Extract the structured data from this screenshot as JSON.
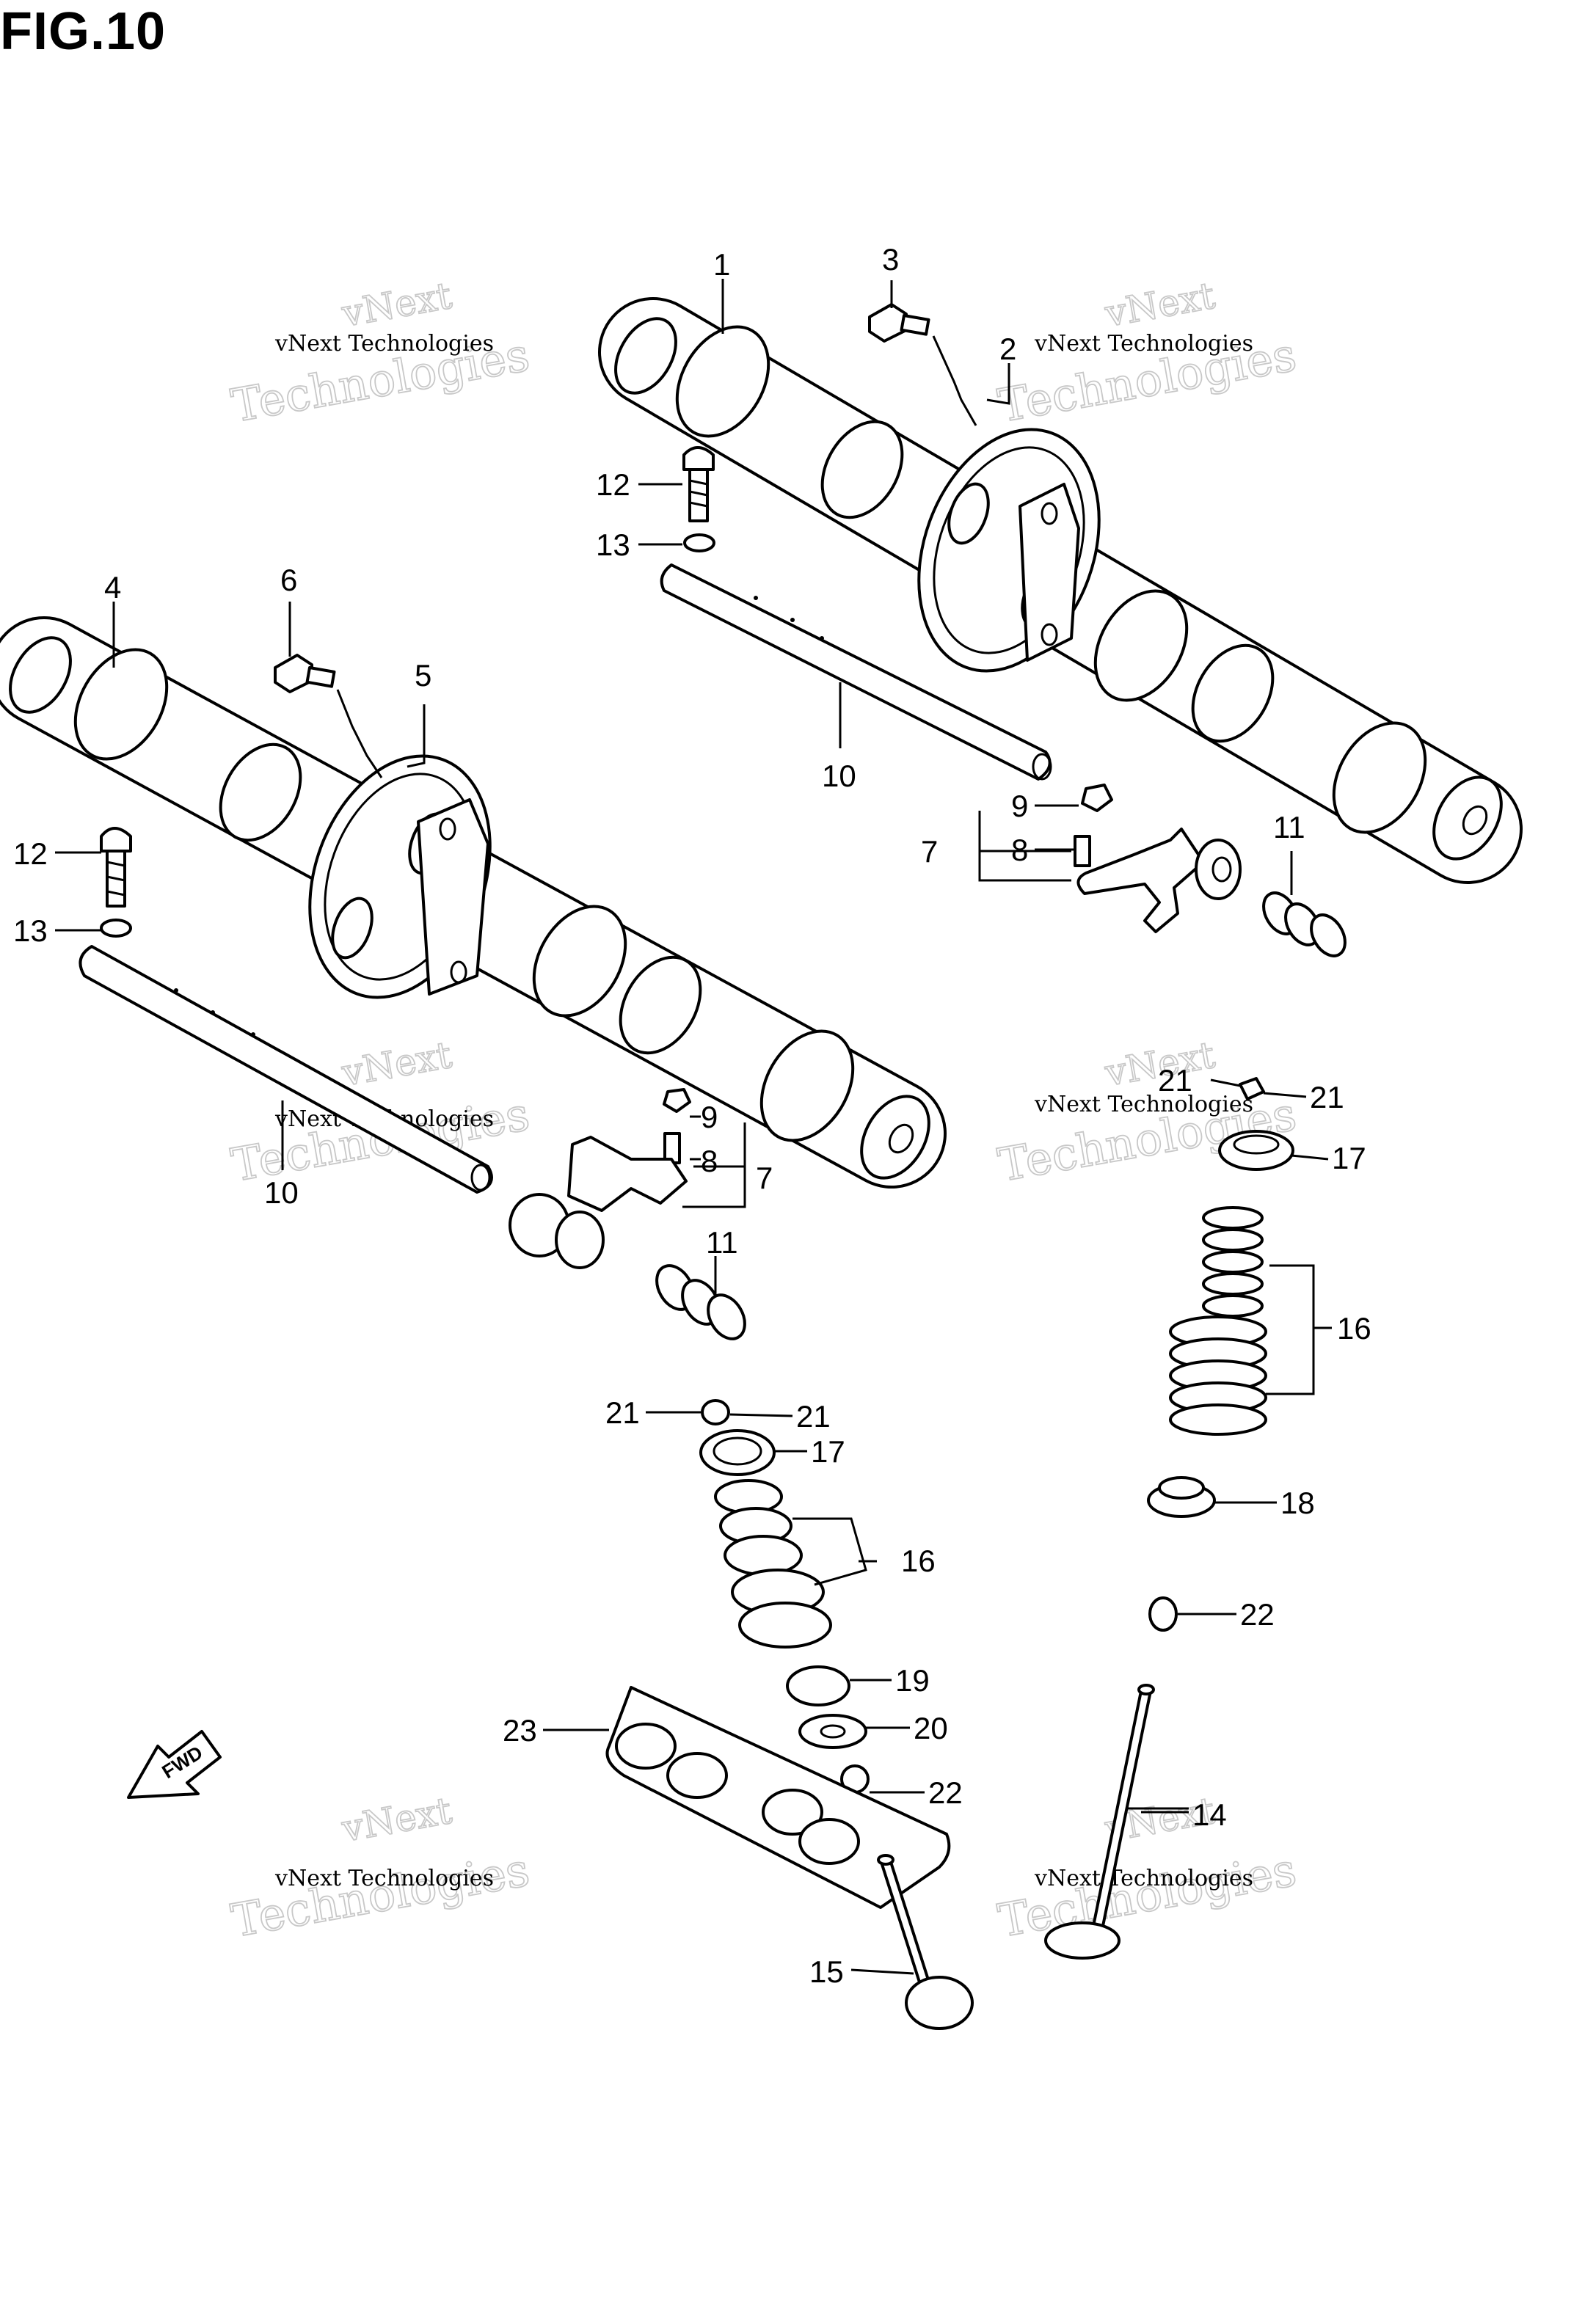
{
  "figure": {
    "title": "FIG.10"
  },
  "watermark": {
    "line1": "vNext",
    "line2": "Technologies",
    "full": "vNext Technologies"
  },
  "fwd_arrow": {
    "label": "FWD"
  },
  "callouts": [
    {
      "id": "c1",
      "label": "1"
    },
    {
      "id": "c2",
      "label": "2"
    },
    {
      "id": "c3",
      "label": "3"
    },
    {
      "id": "c4",
      "label": "4"
    },
    {
      "id": "c5",
      "label": "5"
    },
    {
      "id": "c6",
      "label": "6"
    },
    {
      "id": "c7a",
      "label": "7"
    },
    {
      "id": "c7b",
      "label": "7"
    },
    {
      "id": "c8a",
      "label": "8"
    },
    {
      "id": "c8b",
      "label": "8"
    },
    {
      "id": "c9a",
      "label": "9"
    },
    {
      "id": "c9b",
      "label": "9"
    },
    {
      "id": "c10a",
      "label": "10"
    },
    {
      "id": "c10b",
      "label": "10"
    },
    {
      "id": "c11a",
      "label": "11"
    },
    {
      "id": "c11b",
      "label": "11"
    },
    {
      "id": "c12a",
      "label": "12"
    },
    {
      "id": "c12b",
      "label": "12"
    },
    {
      "id": "c13a",
      "label": "13"
    },
    {
      "id": "c13b",
      "label": "13"
    },
    {
      "id": "c14",
      "label": "14"
    },
    {
      "id": "c15",
      "label": "15"
    },
    {
      "id": "c16a",
      "label": "16"
    },
    {
      "id": "c16b",
      "label": "16"
    },
    {
      "id": "c17a",
      "label": "17"
    },
    {
      "id": "c17b",
      "label": "17"
    },
    {
      "id": "c18",
      "label": "18"
    },
    {
      "id": "c19",
      "label": "19"
    },
    {
      "id": "c20",
      "label": "20"
    },
    {
      "id": "c21a",
      "label": "21"
    },
    {
      "id": "c21b",
      "label": "21"
    },
    {
      "id": "c21c",
      "label": "21"
    },
    {
      "id": "c21d",
      "label": "21"
    },
    {
      "id": "c22a",
      "label": "22"
    },
    {
      "id": "c22b",
      "label": "22"
    },
    {
      "id": "c23",
      "label": "23"
    }
  ]
}
